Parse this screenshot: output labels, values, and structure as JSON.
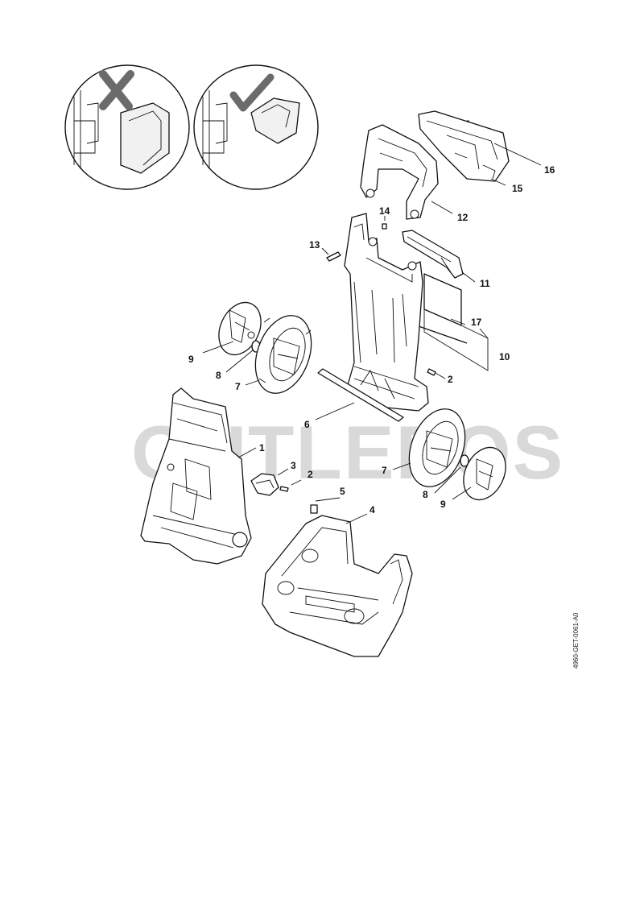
{
  "watermark": "OUTLEROS",
  "document_number": "4960-GET-0061-A0",
  "legend": {
    "wrong_mark": "cross-icon",
    "correct_mark": "check-icon"
  },
  "callouts": [
    "1",
    "2",
    "2",
    "3",
    "4",
    "5",
    "6",
    "7",
    "7",
    "8",
    "8",
    "9",
    "9",
    "10",
    "11",
    "12",
    "13",
    "14",
    "15",
    "16",
    "17"
  ]
}
